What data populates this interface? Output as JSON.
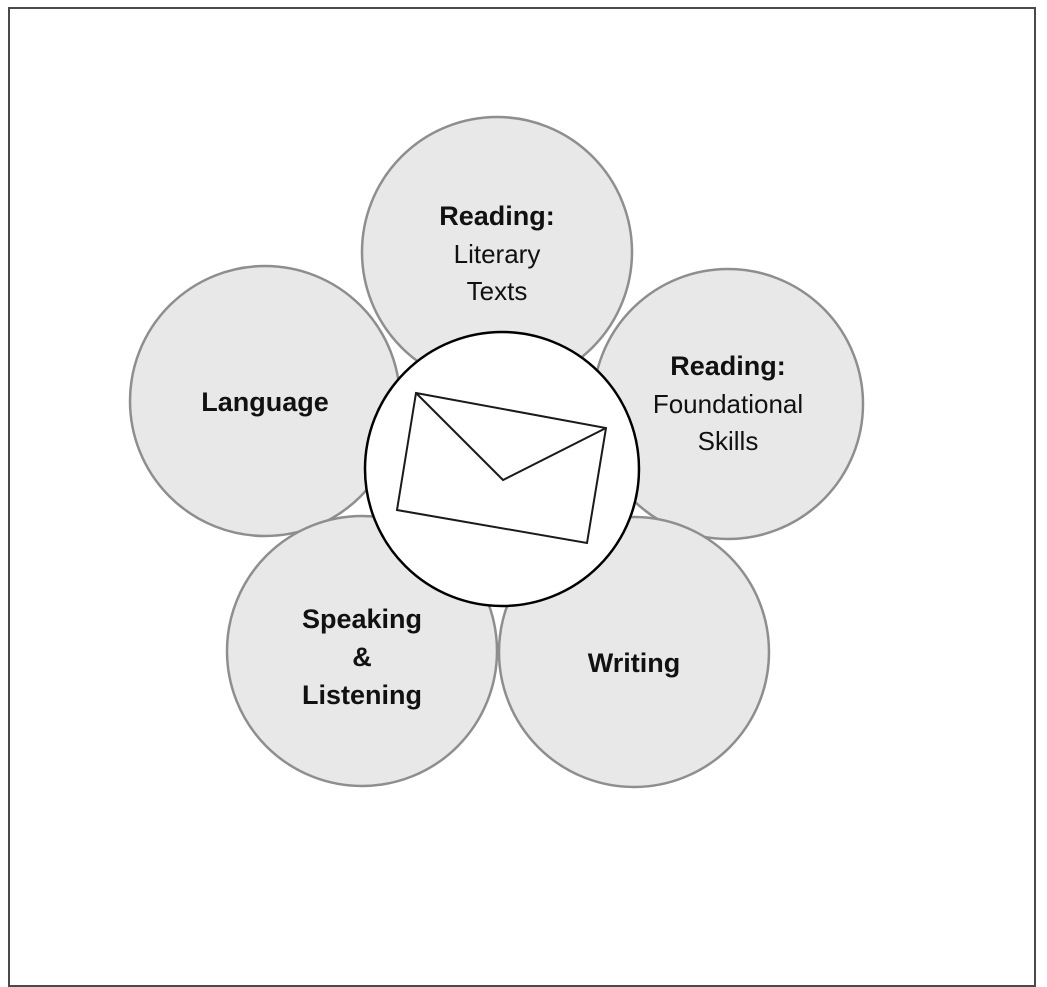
{
  "diagram": {
    "petals": [
      {
        "id": "reading-literary",
        "lines": [
          {
            "text": "Reading:",
            "bold": true
          },
          {
            "text": "Literary",
            "bold": false
          },
          {
            "text": "Texts",
            "bold": false
          }
        ]
      },
      {
        "id": "reading-foundational",
        "lines": [
          {
            "text": "Reading:",
            "bold": true
          },
          {
            "text": "Foundational",
            "bold": false
          },
          {
            "text": "Skills",
            "bold": false
          }
        ]
      },
      {
        "id": "writing",
        "lines": [
          {
            "text": "Writing",
            "bold": true
          }
        ]
      },
      {
        "id": "speaking-listening",
        "lines": [
          {
            "text": "Speaking",
            "bold": true
          },
          {
            "text": "&",
            "bold": true
          },
          {
            "text": "Listening",
            "bold": true
          }
        ]
      },
      {
        "id": "language",
        "lines": [
          {
            "text": "Language",
            "bold": true
          }
        ]
      }
    ],
    "center_icon": "envelope-icon",
    "colors": {
      "petal_fill": "#e8e8e8",
      "petal_stroke": "#8e8e8e",
      "center_fill": "#ffffff",
      "center_stroke": "#000000",
      "frame_border": "#4a4a4a"
    }
  }
}
